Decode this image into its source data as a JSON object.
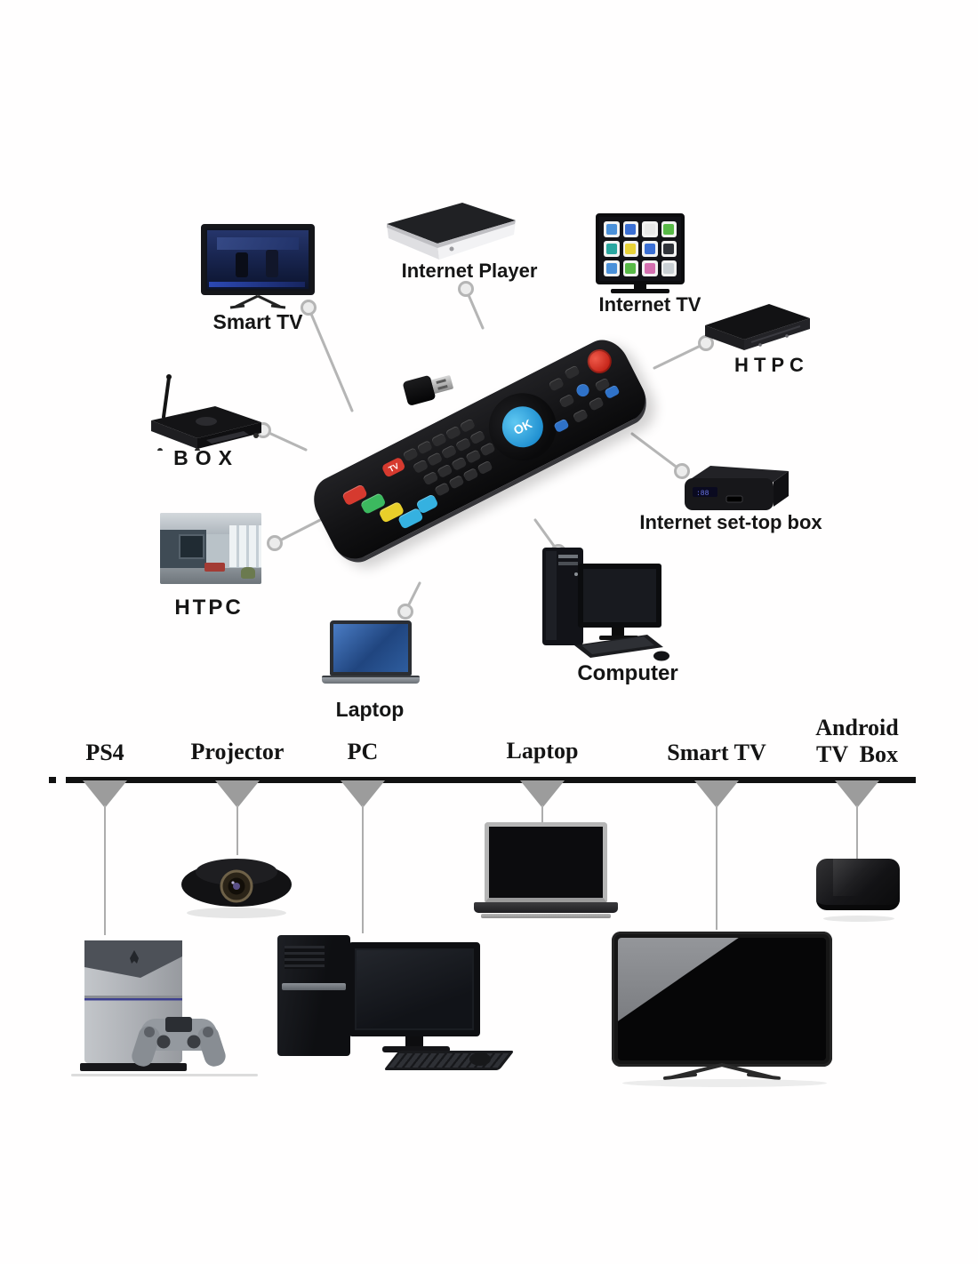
{
  "top_section": {
    "devices": [
      {
        "name": "smart-tv",
        "label": "Smart TV"
      },
      {
        "name": "internet-player",
        "label": "Internet Player"
      },
      {
        "name": "internet-tv",
        "label": "Internet TV"
      },
      {
        "name": "htpc-top",
        "label": "HTPC"
      },
      {
        "name": "box",
        "label": "BOX"
      },
      {
        "name": "internet-set-top-box",
        "label": "Internet set-top box"
      },
      {
        "name": "htpc-side",
        "label": "HTPC"
      },
      {
        "name": "laptop",
        "label": "Laptop"
      },
      {
        "name": "computer",
        "label": "Computer"
      }
    ],
    "remote": {
      "ok_label": "OK",
      "tv_label": "TV"
    }
  },
  "bottom_section": {
    "items": [
      {
        "label": "PS4"
      },
      {
        "label": "Projector"
      },
      {
        "label": "PC"
      },
      {
        "label": "Laptop"
      },
      {
        "label": "Smart TV"
      },
      {
        "label": "Android",
        "label2": "TV  Box"
      }
    ]
  },
  "colors": {
    "ok_button": "#2aa7e0",
    "power_button": "#d93a2c",
    "key_red": "#d63a2f",
    "key_green": "#3cb95f",
    "key_yellow": "#e8cf2a",
    "key_blue": "#35b1e0",
    "connector_line": "#b5b5b5",
    "timeline": "#111111",
    "triangle": "#9c9c9c"
  }
}
